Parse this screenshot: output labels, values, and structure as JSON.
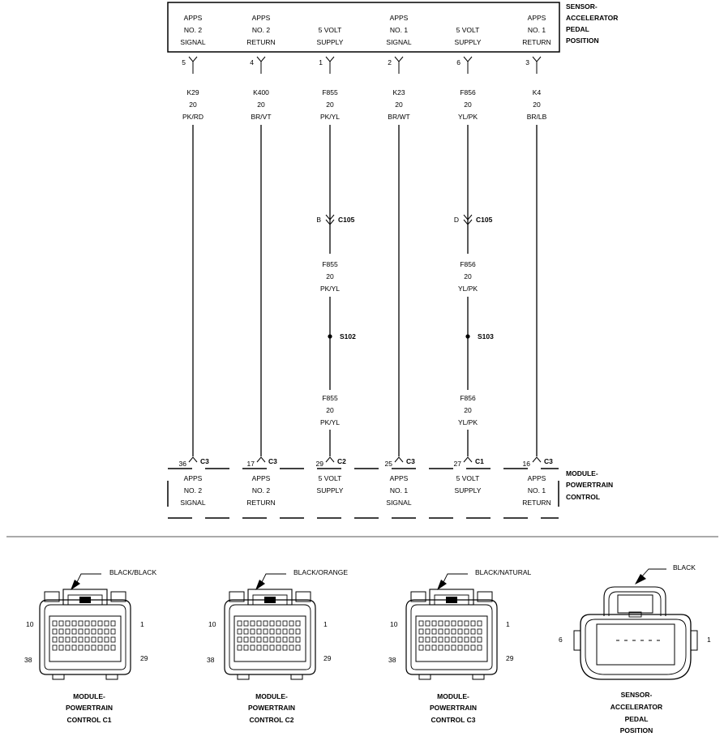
{
  "sensor_top": {
    "label_lines": [
      "SENSOR-",
      "ACCELERATOR",
      "PEDAL",
      "POSITION"
    ],
    "pins": [
      {
        "lines": [
          "APPS",
          "NO. 2",
          "SIGNAL"
        ],
        "pin": "5"
      },
      {
        "lines": [
          "APPS",
          "NO. 2",
          "RETURN"
        ],
        "pin": "4"
      },
      {
        "lines": [
          "5 VOLT",
          "SUPPLY"
        ],
        "pin": "1"
      },
      {
        "lines": [
          "APPS",
          "NO. 1",
          "SIGNAL"
        ],
        "pin": "2"
      },
      {
        "lines": [
          "5 VOLT",
          "SUPPLY"
        ],
        "pin": "6"
      },
      {
        "lines": [
          "APPS",
          "NO. 1",
          "RETURN"
        ],
        "pin": "3"
      }
    ]
  },
  "wires": [
    {
      "circuit": "K29",
      "gauge": "20",
      "color": "PK/RD"
    },
    {
      "circuit": "K400",
      "gauge": "20",
      "color": "BR/VT"
    },
    {
      "circuit": "F855",
      "gauge": "20",
      "color": "PK/YL",
      "connector": {
        "pin": "B",
        "name": "C105"
      },
      "after_connector": {
        "circuit": "F855",
        "gauge": "20",
        "color": "PK/YL"
      },
      "splice": "S102",
      "after_splice": {
        "circuit": "F855",
        "gauge": "20",
        "color": "PK/YL"
      }
    },
    {
      "circuit": "K23",
      "gauge": "20",
      "color": "BR/WT"
    },
    {
      "circuit": "F856",
      "gauge": "20",
      "color": "YL/PK",
      "connector": {
        "pin": "D",
        "name": "C105"
      },
      "after_connector": {
        "circuit": "F856",
        "gauge": "20",
        "color": "YL/PK"
      },
      "splice": "S103",
      "after_splice": {
        "circuit": "F856",
        "gauge": "20",
        "color": "YL/PK"
      }
    },
    {
      "circuit": "K4",
      "gauge": "20",
      "color": "BR/LB"
    }
  ],
  "module_bottom": {
    "label_lines": [
      "MODULE-",
      "POWERTRAIN",
      "CONTROL"
    ],
    "pins": [
      {
        "pin": "36",
        "connector": "C3",
        "lines": [
          "APPS",
          "NO. 2",
          "SIGNAL"
        ]
      },
      {
        "pin": "17",
        "connector": "C3",
        "lines": [
          "APPS",
          "NO. 2",
          "RETURN"
        ]
      },
      {
        "pin": "29",
        "connector": "C2",
        "lines": [
          "5 VOLT",
          "SUPPLY"
        ]
      },
      {
        "pin": "25",
        "connector": "C3",
        "lines": [
          "APPS",
          "NO. 1",
          "SIGNAL"
        ]
      },
      {
        "pin": "27",
        "connector": "C1",
        "lines": [
          "5 VOLT",
          "SUPPLY"
        ]
      },
      {
        "pin": "16",
        "connector": "C3",
        "lines": [
          "APPS",
          "NO. 1",
          "RETURN"
        ]
      }
    ]
  },
  "connector_views": [
    {
      "color": "BLACK/BLACK",
      "pin_top_left": "10",
      "pin_top_right": "1",
      "pin_bottom_left": "38",
      "pin_bottom_right": "29",
      "name_lines": [
        "MODULE-",
        "POWERTRAIN",
        "CONTROL C1"
      ]
    },
    {
      "color": "BLACK/ORANGE",
      "pin_top_left": "10",
      "pin_top_right": "1",
      "pin_bottom_left": "38",
      "pin_bottom_right": "29",
      "name_lines": [
        "MODULE-",
        "POWERTRAIN",
        "CONTROL C2"
      ]
    },
    {
      "color": "BLACK/NATURAL",
      "pin_top_left": "10",
      "pin_top_right": "1",
      "pin_bottom_left": "38",
      "pin_bottom_right": "29",
      "name_lines": [
        "MODULE-",
        "POWERTRAIN",
        "CONTROL C3"
      ]
    }
  ],
  "sensor_view": {
    "color": "BLACK",
    "pin_left": "6",
    "pin_right": "1",
    "name_lines": [
      "SENSOR-",
      "ACCELERATOR",
      "PEDAL",
      "POSITION"
    ]
  }
}
